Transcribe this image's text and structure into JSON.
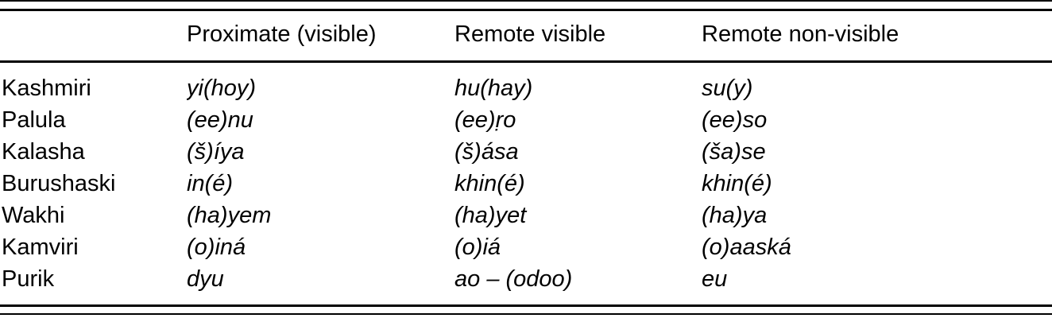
{
  "page": {
    "background": "#ffffff",
    "text_color": "#000000",
    "rule_color": "#000000"
  },
  "table": {
    "columns": [
      "",
      "Proximate (visible)",
      "Remote visible",
      "Remote non-visible"
    ],
    "rows": [
      {
        "language": "Kashmiri",
        "proximate": "yi(hoy)",
        "remote_visible": "hu(hay)",
        "remote_non_visible": "su(y)"
      },
      {
        "language": "Palula",
        "proximate": "(ee)nu",
        "remote_visible": "(ee)ṛo",
        "remote_non_visible": "(ee)so"
      },
      {
        "language": "Kalasha",
        "proximate": "(š)íya",
        "remote_visible": "(š)ása",
        "remote_non_visible": "(ša)se"
      },
      {
        "language": "Burushaski",
        "proximate": "in(é)",
        "remote_visible": "khin(é)",
        "remote_non_visible": "khin(é)"
      },
      {
        "language": "Wakhi",
        "proximate": "(ha)yem",
        "remote_visible": "(ha)yet",
        "remote_non_visible": "(ha)ya"
      },
      {
        "language": "Kamviri",
        "proximate": "(o)iná",
        "remote_visible": "(o)iá",
        "remote_non_visible": "(o)aaská"
      },
      {
        "language": "Purik",
        "proximate": "dyu",
        "remote_visible": "ao – (odoo)",
        "remote_non_visible": "eu"
      }
    ]
  }
}
